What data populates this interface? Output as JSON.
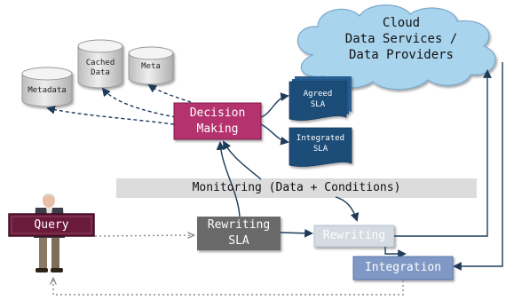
{
  "cloud": {
    "text": "Cloud\nData Services /\nData Providers"
  },
  "databases": {
    "cached": "Cached\nData",
    "meta": "Meta",
    "metadata": "Metadata"
  },
  "decision": {
    "text": "Decision\nMaking"
  },
  "documents": {
    "agreed": "Agreed\nSLA",
    "integrated": "Integrated\nSLA"
  },
  "monitoring": {
    "text": "Monitoring (Data + Conditions)"
  },
  "query": {
    "text": "Query"
  },
  "rewriting_sla": {
    "text": "Rewriting\nSLA"
  },
  "rewriting": {
    "text": "Rewriting"
  },
  "integration": {
    "text": "Integration"
  },
  "colors": {
    "cloud_fill": "#a9d4ee",
    "decision_fill": "#b4326e",
    "document_fill": "#1f4e79",
    "monitoring_fill": "#dcdcdc",
    "rewriting_sla_fill": "#6a6a6a",
    "rewriting_fill": "#d4dbe3",
    "integration_fill": "#7f98c5",
    "query_fill": "#6a1a3a",
    "arrow": "#1f3b5a"
  }
}
